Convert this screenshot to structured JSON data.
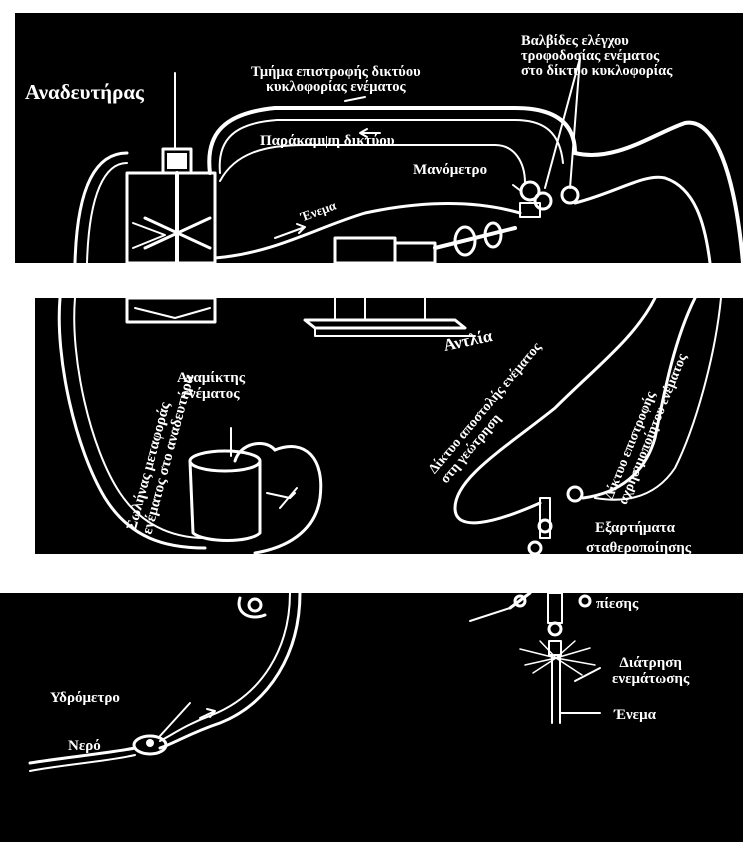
{
  "labels": {
    "agitator": "Αναδευτήρας",
    "return_line": "Τμήμα επιστροφής δικτύου κυκλοφορίας ενέματος",
    "return_line_1": "Τμήμα επιστροφής δικτύου",
    "return_line_2": "κυκλοφορίας ενέματος",
    "valves_1": "Βαλβίδες ελέγχου",
    "valves_2": "τροφοδοσίας ενέματος",
    "valves_3": "στο δίκτυο κυκλοφορίας",
    "bypass": "Παράκαμψη δικτύου",
    "pressure_gauge": "Μανόμετρο",
    "grout_arrow": "Ένεμα",
    "pump": "Αντλία",
    "hose_1": "Σωλήνας μεταφοράς",
    "hose_2": "ενέματος στο αναδευτήρα",
    "mixer_1": "Αναμίκτης",
    "mixer_2": "ενέματος",
    "supply_network_1": "Δίκτυο αποστολής ενέματος",
    "supply_network_2": "στη γεώτρηση",
    "return_network_1": "Δίκτυο επιστροφής",
    "return_network_2": "αχρησιμοποίητου ενέματος",
    "fittings_1": "Εξαρτήματα",
    "fittings_2": "σταθεροποίησης",
    "fittings_3": "πίεσης",
    "grouting_hole_1": "Διάτρηση",
    "grouting_hole_2": "ενεμάτωσης",
    "grout_bottom": "Ένεμα",
    "water_meter": "Υδρόμετρο",
    "water": "Νερό"
  }
}
